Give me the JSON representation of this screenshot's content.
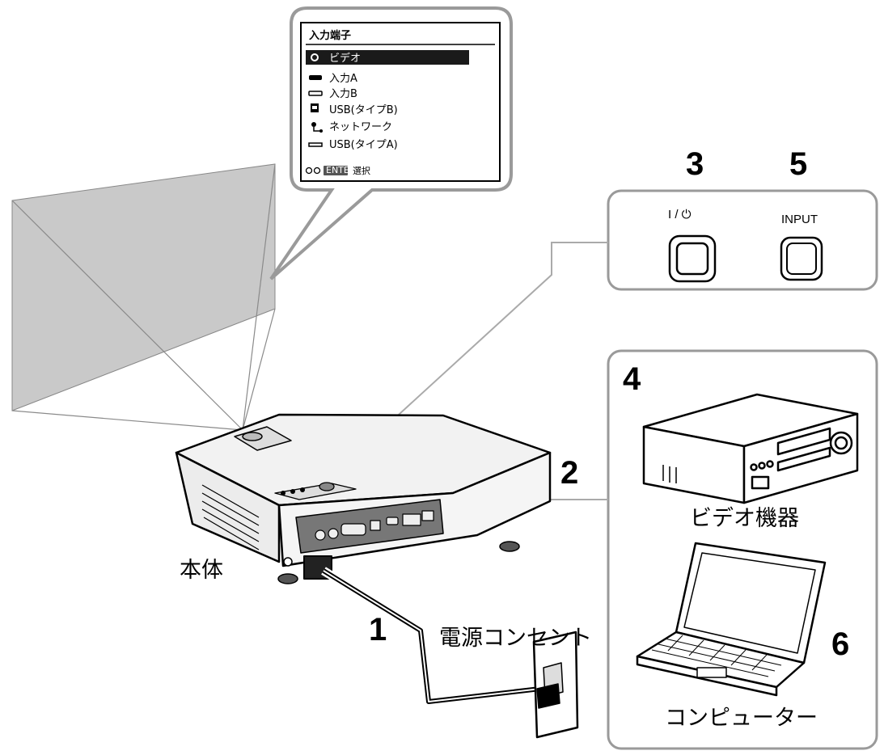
{
  "menu": {
    "title": "入力端子",
    "items": [
      {
        "label": "ビデオ",
        "icon": "video-jack-icon",
        "selected": true
      },
      {
        "label": "入力A",
        "icon": "vga-port-icon",
        "selected": false
      },
      {
        "label": "入力B",
        "icon": "hdmi-port-icon",
        "selected": false
      },
      {
        "label": "USB(タイプB)",
        "icon": "usb-b-icon",
        "selected": false
      },
      {
        "label": "ネットワーク",
        "icon": "network-icon",
        "selected": false
      },
      {
        "label": "USB(タイプA)",
        "icon": "usb-a-icon",
        "selected": false
      }
    ],
    "footer_button": "ENTER",
    "footer_text": "選択"
  },
  "panel": {
    "power_label": "I / ⏻",
    "input_label": "INPUT"
  },
  "numbers": {
    "n1": "1",
    "n2": "2",
    "n3": "3",
    "n4": "4",
    "n5": "5",
    "n6": "6"
  },
  "labels": {
    "main_unit": "本体",
    "outlet": "電源コンセント",
    "video_device": "ビデオ機器",
    "computer": "コンピューター"
  },
  "colors": {
    "screen_fill": "#c9c9c9",
    "menu_highlight": "#1a1a1a",
    "line": "#000000"
  }
}
